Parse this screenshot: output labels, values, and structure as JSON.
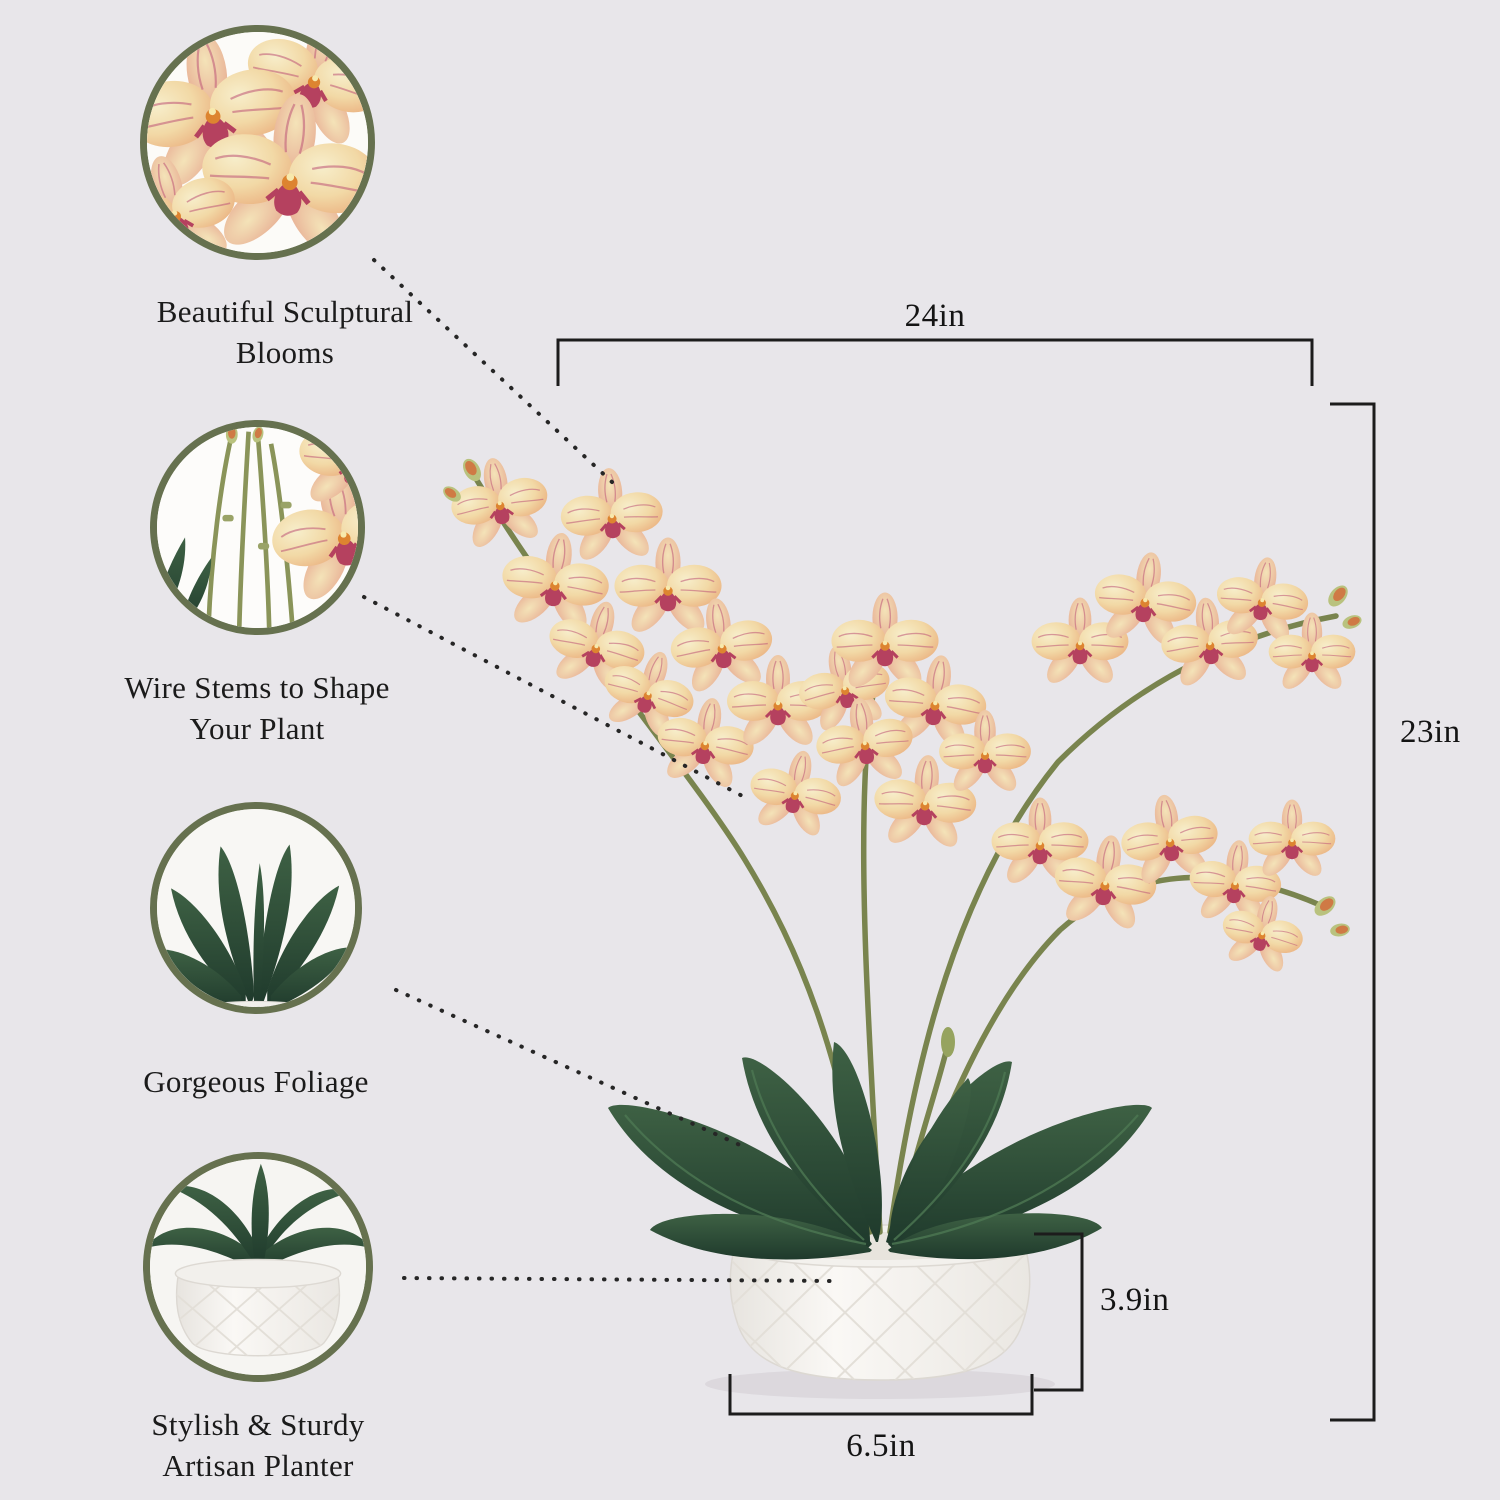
{
  "callouts": [
    {
      "id": "blooms",
      "label": "Beautiful Sculptural Blooms"
    },
    {
      "id": "stems",
      "label": "Wire Stems to Shape Your Plant"
    },
    {
      "id": "foliage",
      "label": "Gorgeous Foliage"
    },
    {
      "id": "planter",
      "label": "Stylish & Sturdy Artisan Planter"
    }
  ],
  "dimensions": {
    "overall_width": "24in",
    "overall_height": "23in",
    "planter_height": "3.9in",
    "planter_width": "6.5in"
  },
  "colors": {
    "background": "#e8e6ea",
    "callout_ring": "#66714f",
    "leaf_green": "#2f4d36",
    "stem_green": "#79844e",
    "blossom_cream": "#f2d9a6",
    "blossom_pink": "#b5415f",
    "blossom_orange": "#dd8430",
    "planter_white": "#f6f4f1",
    "dimension_line": "#1c1c1c"
  }
}
